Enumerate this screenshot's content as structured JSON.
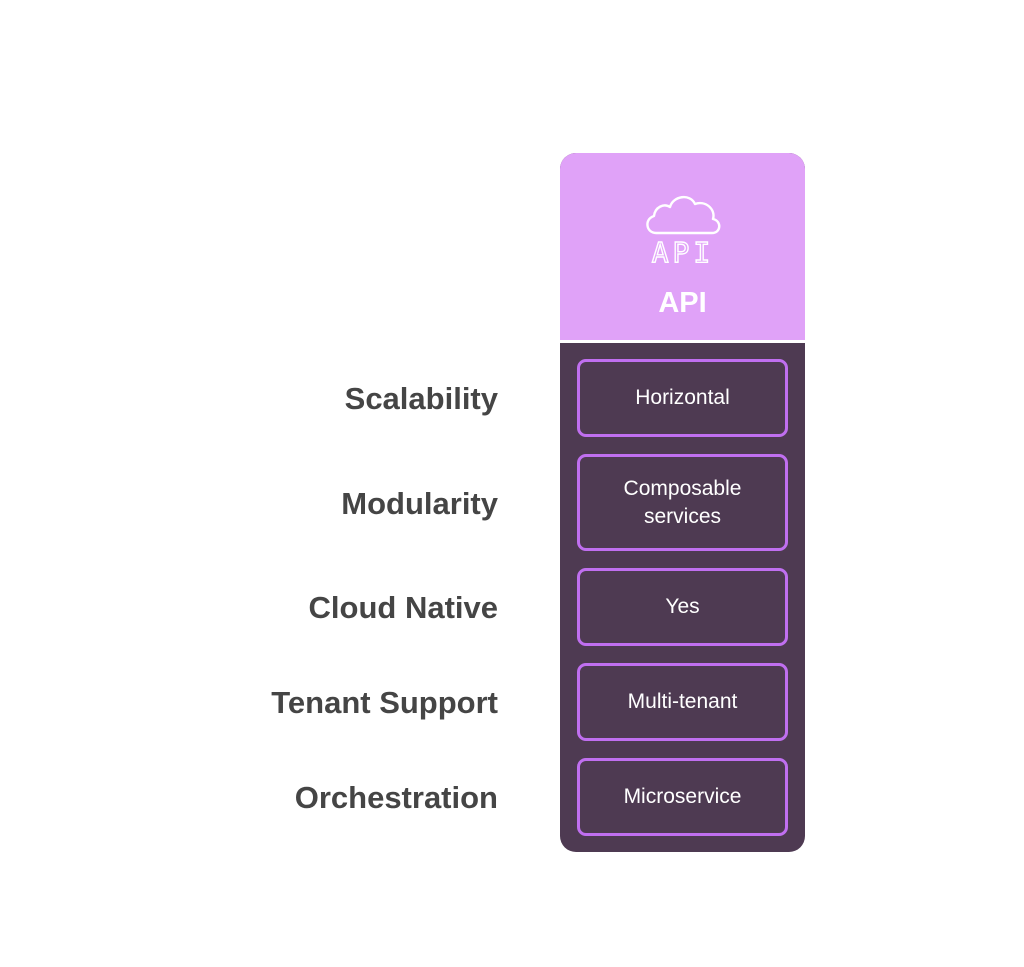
{
  "column": {
    "title": "API",
    "icon_text": "API",
    "icon": "cloud-api-icon",
    "header_color": "#e0a2f8",
    "body_color": "#4e3a52",
    "cell_border_color": "#c06ff0"
  },
  "rows": [
    {
      "label": "Scalability",
      "value": "Horizontal"
    },
    {
      "label": "Modularity",
      "value": "Composable services"
    },
    {
      "label": "Cloud Native",
      "value": "Yes"
    },
    {
      "label": "Tenant Support",
      "value": "Multi-tenant"
    },
    {
      "label": "Orchestration",
      "value": "Microservice"
    }
  ]
}
